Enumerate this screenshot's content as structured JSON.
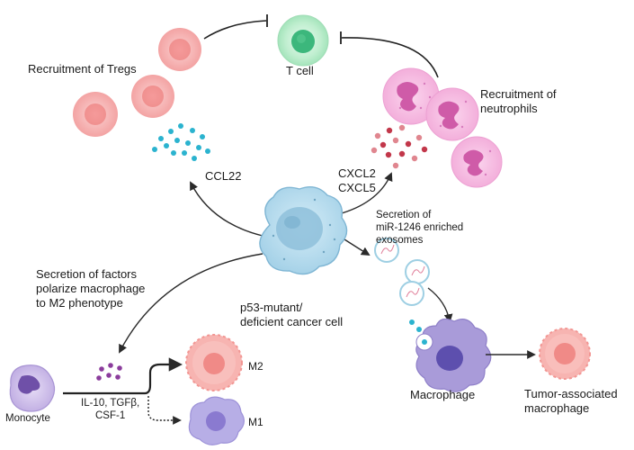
{
  "labels": {
    "t_cell": "T cell",
    "recruitment_tregs": "Recruitment of Tregs",
    "recruitment_neutrophils": [
      "Recruitment of",
      "neutrophils"
    ],
    "ccl22": "CCL22",
    "cxcl": [
      "CXCL2",
      "CXCL5"
    ],
    "secretion_mir": [
      "Secretion of",
      "miR-1246 enriched",
      "exosomes"
    ],
    "secretion_factors": [
      "Secretion of factors",
      "polarize macrophage",
      "to M2 phenotype"
    ],
    "cancer_cell": [
      "p53-mutant/",
      "deficient cancer cell"
    ],
    "monocyte": "Monocyte",
    "cytokines": [
      "IL-10, TGFβ,",
      "CSF-1"
    ],
    "m2": "M2",
    "m1": "M1",
    "macrophage": "Macrophage",
    "tam": [
      "Tumor-associated",
      "macrophage"
    ]
  },
  "colors": {
    "treg": "#f7a8a8",
    "tcell": "#3fb87d",
    "neutrophil": "#f0a6d6",
    "cancer": "#a8d4ea",
    "monocyte": "#c7b3e6",
    "m2": "#f6a7a4",
    "m1": "#b7aee6",
    "chemokine_teal": "#2bb3cf",
    "chemokine_red": "#c2374a",
    "cytokine_purple": "#8b3c9c"
  }
}
